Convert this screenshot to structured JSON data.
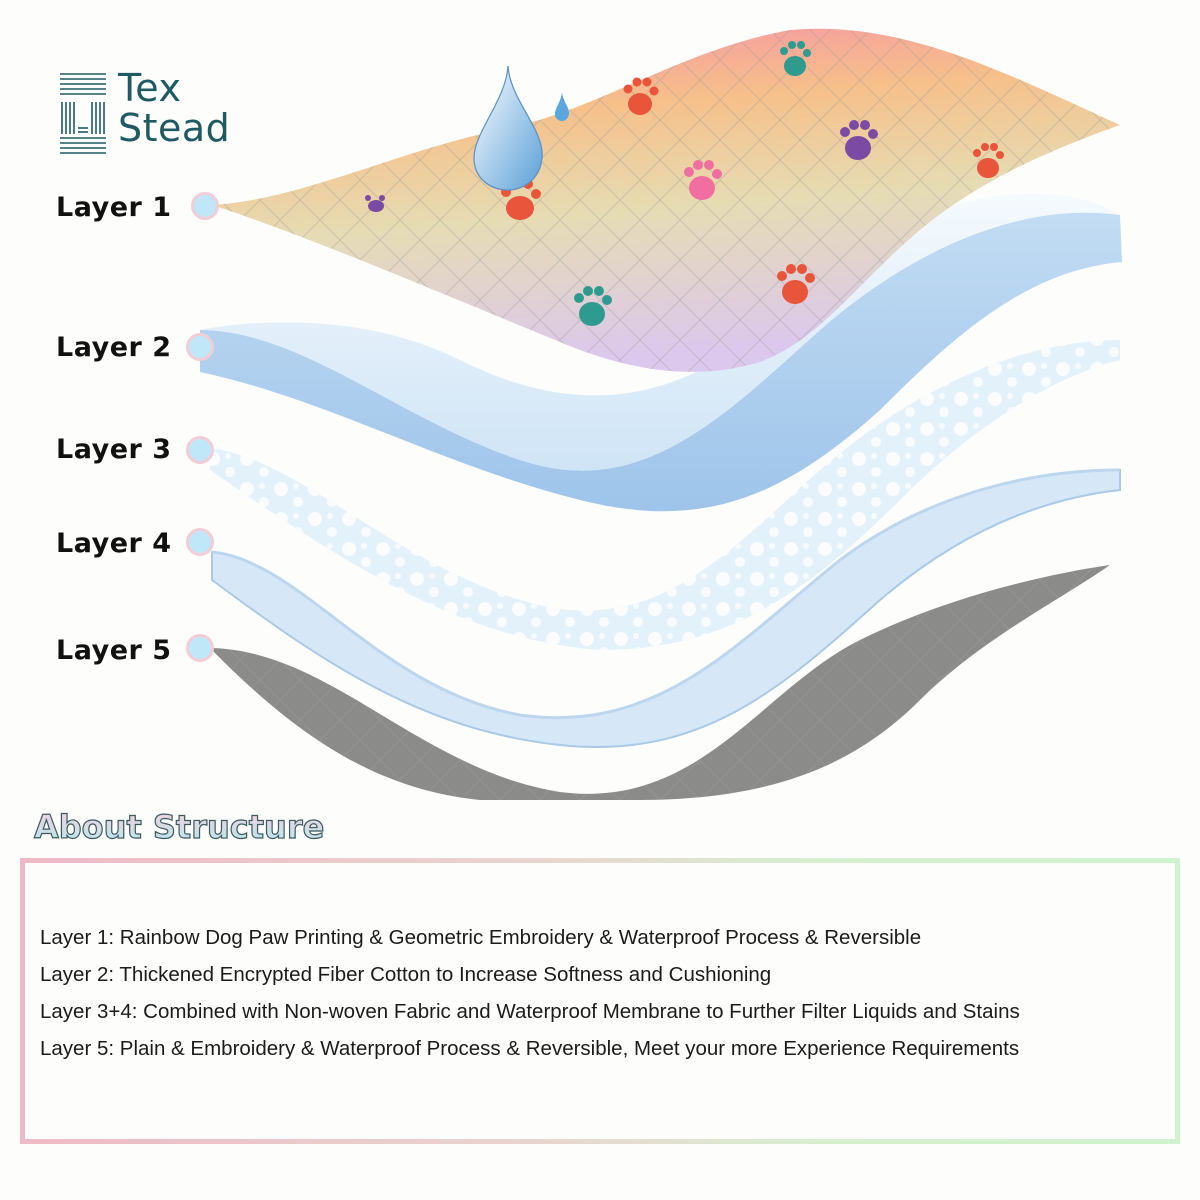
{
  "brand": {
    "line1": "Tex",
    "line2": "Stead",
    "color": "#1f5a62"
  },
  "layers": [
    {
      "label": "Layer 1",
      "material": "rainbow-paw-print-quilted-fabric"
    },
    {
      "label": "Layer 2",
      "material": "fiber-cotton"
    },
    {
      "label": "Layer 3",
      "material": "non-woven-fabric"
    },
    {
      "label": "Layer 4",
      "material": "waterproof-membrane"
    },
    {
      "label": "Layer 5",
      "material": "grey-quilted-fabric"
    }
  ],
  "icons": {
    "water_drop": "water-drop-icon",
    "paw": "paw-print-icon",
    "layer_marker": "layer-marker-dot"
  },
  "colors": {
    "layer1_gradient": [
      "#f59aa8",
      "#f6c58b",
      "#e8dcb1",
      "#d9cde8"
    ],
    "layer2": "#dfeefa",
    "layer3": "#e4f3fb",
    "layer4": "#d5e8f8",
    "layer5": "#8a8a88",
    "marker_fill": "#bfe7f7",
    "marker_ring": "#f1cdd8",
    "box_border_left": "#eeb9c6",
    "box_border_right": "#cff2cf"
  },
  "about": {
    "heading": "About Structure",
    "lines": [
      "Layer 1: Rainbow Dog Paw Printing & Geometric Embroidery & Waterproof Process & Reversible",
      "Layer 2: Thickened Encrypted Fiber Cotton to Increase Softness and Cushioning",
      "Layer 3+4: Combined with Non-woven Fabric and Waterproof Membrane to Further Filter Liquids and Stains",
      "Layer 5: Plain & Embroidery & Waterproof Process & Reversible, Meet your more Experience Requirements"
    ]
  }
}
